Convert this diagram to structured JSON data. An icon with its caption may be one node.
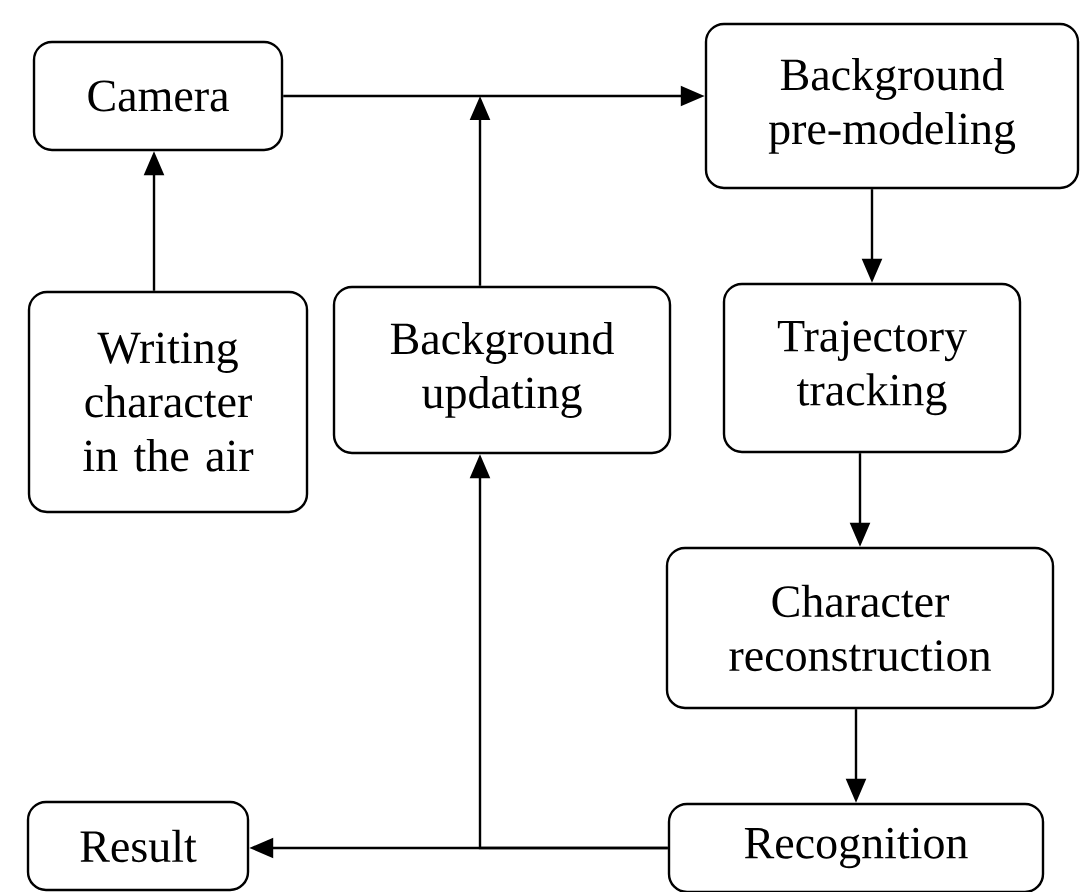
{
  "diagram": {
    "nodes": [
      {
        "text": [
          "Camera"
        ]
      },
      {
        "text": [
          "Background pre-modeling"
        ]
      },
      {
        "text": [
          "Writing character in the air"
        ]
      },
      {
        "text": [
          "Background updating"
        ]
      },
      {
        "text": [
          "Trajectory tracking"
        ]
      },
      {
        "text": [
          "Character reconstruction"
        ]
      },
      {
        "text": [
          "Result"
        ]
      },
      {
        "text": [
          "Recognition"
        ]
      }
    ],
    "edges": [
      {
        "from": 2,
        "to": 0,
        "arrow": "to"
      },
      {
        "from": 0,
        "to": 1,
        "arrow": "to"
      },
      {
        "from": 3,
        "to": null,
        "arrow": "to"
      },
      {
        "from": 1,
        "to": 4,
        "arrow": "to"
      },
      {
        "from": 4,
        "to": 5,
        "arrow": "to"
      },
      {
        "from": 5,
        "to": 7,
        "arrow": "to"
      },
      {
        "from": 7,
        "to": 6,
        "arrow": "to"
      },
      {
        "from": 7,
        "to": 3,
        "arrow": "to"
      }
    ]
  }
}
